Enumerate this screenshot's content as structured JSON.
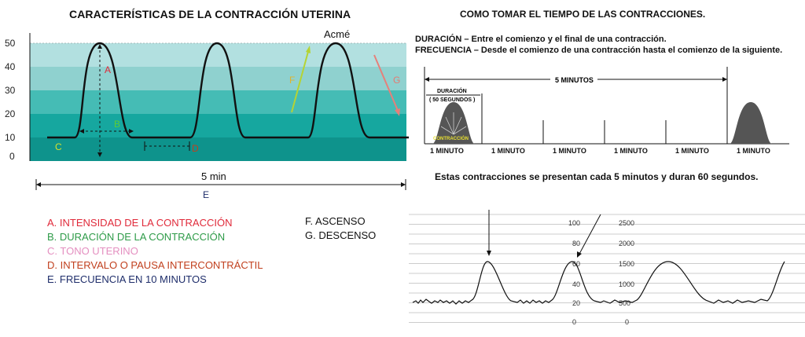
{
  "left": {
    "title": "CARACTERÍSTICAS DE LA CONTRACCIÓN UTERINA",
    "y_ticks": [
      "50",
      "40",
      "30",
      "20",
      "10",
      "0"
    ],
    "acme": "Acmé",
    "marks": {
      "A": "A",
      "B": "B",
      "C": "C",
      "D": "D",
      "E": "E",
      "F": "F",
      "G": "G"
    },
    "duration_label": "5 min",
    "bands": [
      "#b2e0e0",
      "#8fd1cf",
      "#45bcb5",
      "#16a79f",
      "#0e938c"
    ],
    "legend": [
      {
        "text": "A.  INTENSIDAD DE LA CONTRACCIÓN",
        "color": "#e02a3a"
      },
      {
        "text": "B.  DURACIÓN DE LA CONTRACCIÓN",
        "color": "#2e9b48"
      },
      {
        "text": "C.  TONO UTERINO",
        "color": "#e48fc0"
      },
      {
        "text": "D.  INTERVALO O PAUSA INTERCONTRÁCTIL",
        "color": "#c1401e"
      },
      {
        "text": "E.  FRECUENCIA EN 10 MINUTOS",
        "color": "#1f2e6b"
      }
    ],
    "legend2": [
      "F.   ASCENSO",
      "G.  DESCENSO"
    ]
  },
  "right": {
    "title": "COMO TOMAR EL TIEMPO DE LAS CONTRACCIONES.",
    "duracion": "DURACIÓN – Entre el comienzo y el final de una contracción.",
    "frecuencia": "FRECUENCIA – Desde el comienzo de una contracción hasta el comienzo de la siguiente.",
    "five_minutes": "5 MINUTOS",
    "duration_note_1": "DURACIÓN",
    "duration_note_2": "( 50  SEGUNDOS )",
    "contraction": "CONTRACCIÓN",
    "minute_labels": [
      "1 MINUTO",
      "1 MINUTO",
      "1 MINUTO",
      "1 MINUTO",
      "1 MINUTO",
      "1 MINUTO"
    ],
    "note": "Estas contracciones se presentan cada 5 minutos y duran 60 segundos."
  },
  "ctg": {
    "scale_a": [
      "100",
      "80",
      "60",
      "40",
      "20",
      "0"
    ],
    "scale_b": [
      "2500",
      "2000",
      "1500",
      "1000",
      "500",
      "0"
    ]
  }
}
